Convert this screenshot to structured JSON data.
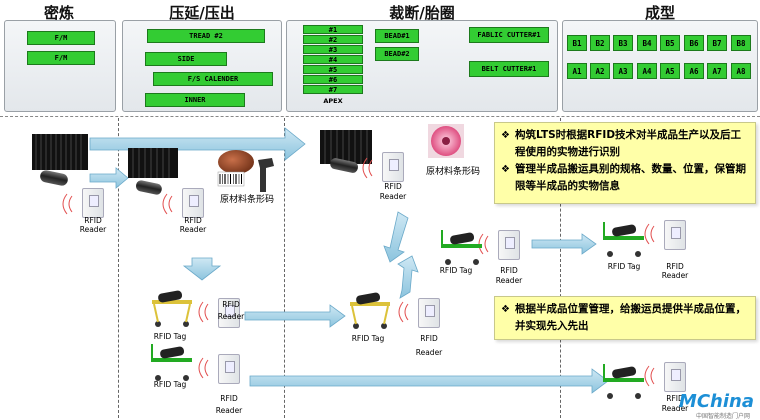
{
  "sections": {
    "mixing": "密炼",
    "calender": "压延/压出",
    "cutting": "裁断/胎圈",
    "building": "成型"
  },
  "mixing_boxes": [
    "F/M",
    "F/M"
  ],
  "calender_boxes": [
    "TREAD #2",
    "SIDE",
    "F/S CALENDER",
    "INNER"
  ],
  "apex_boxes": [
    "#1",
    "#2",
    "#3",
    "#4",
    "#5",
    "#6",
    "#7"
  ],
  "apex_label": "APEX",
  "bead_boxes": [
    "BEAD#1",
    "BEAD#2"
  ],
  "cutter_boxes": [
    "FABLIC CUTTER#1",
    "BELT CUTTER#1"
  ],
  "building_row1": [
    "B1",
    "B2",
    "B3",
    "B4",
    "B5",
    "B6",
    "B7",
    "B8"
  ],
  "building_row2": [
    "A1",
    "A2",
    "A3",
    "A4",
    "A5",
    "A6",
    "A7",
    "A8"
  ],
  "notes": {
    "top": [
      "构筑LTS时根据RFID技术对半成品生产以及后工程使用的实物进行识别",
      "管理半成品搬运具别的规格、数量、位置，保管期限等半成品的实物信息"
    ],
    "bottom": [
      "根据半成品位置管理，给搬运员提供半成品位置，并实现先入先出"
    ]
  },
  "labels": {
    "rfid": "RFID",
    "reader": "Reader",
    "rfid_tag": "RFID Tag",
    "raw_barcode": "原材料条形码"
  },
  "watermark": "MChina",
  "watermark_sub": "中国智能制造门户网",
  "colors": {
    "green_box": "#33cc33",
    "note_bg": "#ffffa8",
    "arrow": "#9fcfe6",
    "cart": "#22aa22",
    "watermark": "#1d8fd6"
  }
}
